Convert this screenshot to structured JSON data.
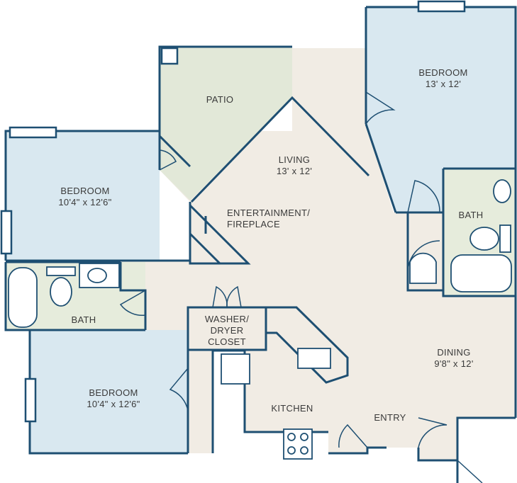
{
  "colors": {
    "bedroom": "#d9e8f0",
    "patio": "#e2e8d8",
    "bath": "#e6ecdc",
    "living": "#f1ece4",
    "wall": "#1e4f72"
  },
  "rooms": {
    "bedroom_top_right": {
      "name": "BEDROOM",
      "size": "13' x 12'"
    },
    "patio": {
      "name": "PATIO"
    },
    "living": {
      "name": "LIVING",
      "size": "13' x 12'"
    },
    "bedroom_left": {
      "name": "BEDROOM",
      "size": "10'4\" x 12'6\""
    },
    "entertainment": {
      "name": "ENTERTAINMENT/",
      "name2": "FIREPLACE"
    },
    "bath_right": {
      "name": "BATH"
    },
    "bath_left": {
      "name": "BATH"
    },
    "washer": {
      "name": "WASHER/",
      "name2": "DRYER",
      "name3": "CLOSET"
    },
    "dining": {
      "name": "DINING",
      "size": "9'8\" x 12'"
    },
    "bedroom_bottom_left": {
      "name": "BEDROOM",
      "size": "10'4\" x 12'6\""
    },
    "kitchen": {
      "name": "KITCHEN"
    },
    "entry": {
      "name": "ENTRY"
    }
  }
}
